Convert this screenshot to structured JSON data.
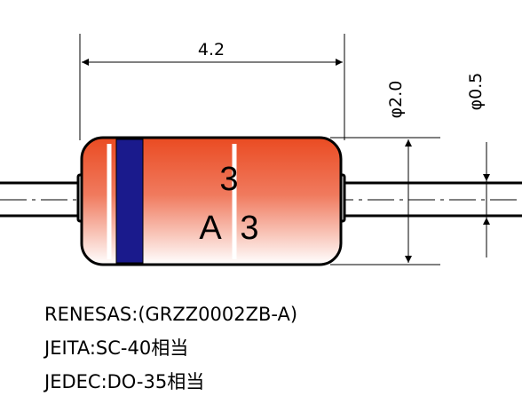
{
  "dimensions": {
    "body_length": "4.2",
    "body_diameter": "φ2.0",
    "lead_diameter": "φ0.5"
  },
  "marking": {
    "line1": "3",
    "line2_left": "A",
    "line2_right": "3"
  },
  "specs": [
    "RENESAS:(GRZZ0002ZB-A)",
    "JEITA:SC-40相当",
    "JEDEC:DO-35相当"
  ],
  "colors": {
    "body_top": "#ea4b22",
    "body_bottom": "#ffffff",
    "cathode_band": "#1a1a8c",
    "outline": "#000000"
  }
}
